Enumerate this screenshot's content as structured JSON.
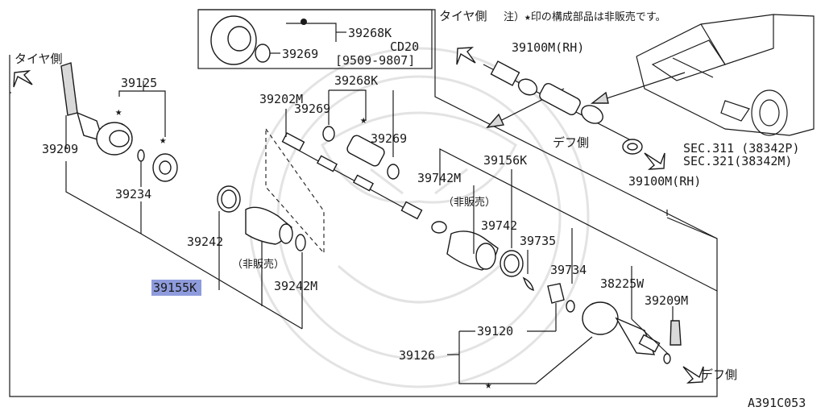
{
  "labels": {
    "tire_side_left": "タイヤ側",
    "tire_side_right": "タイヤ側",
    "note": "注）★印の構成部品は非販売です。",
    "p39268K_top": "39268K",
    "p39269_top": "39269",
    "cd20": "CD20",
    "cd20_range": "[9509-9807]",
    "p39100M_RH_top": "39100M(RH)",
    "p39125": "39125",
    "p39209_left": "39209",
    "p39234": "39234",
    "p39202M": "39202M",
    "p39268K": "39268K",
    "p39269_a": "39269",
    "p39269_b": "39269",
    "p39242": "39242",
    "not_for_sale_1": "（非販売）",
    "p39242M": "39242M",
    "p39155K": "39155K",
    "p39742M": "39742M",
    "p39156K": "39156K",
    "not_for_sale_2": "（非販売）",
    "p39742": "39742",
    "p39735": "39735",
    "p39734": "39734",
    "p38225W": "38225W",
    "p39209M": "39209M",
    "p39120": "39120",
    "p39126": "39126",
    "diff_side_top": "デフ側",
    "diff_side_bottom": "デフ側",
    "sec311": "SEC.311 (38342P)",
    "sec321": "SEC.321(38342M)",
    "p39100M_RH": "39100M(RH)",
    "diagram_code": "A391C053"
  },
  "colors": {
    "line": "#1a1a1a",
    "highlight": "#8e9bdc",
    "watermark": "#e3e3e3"
  }
}
